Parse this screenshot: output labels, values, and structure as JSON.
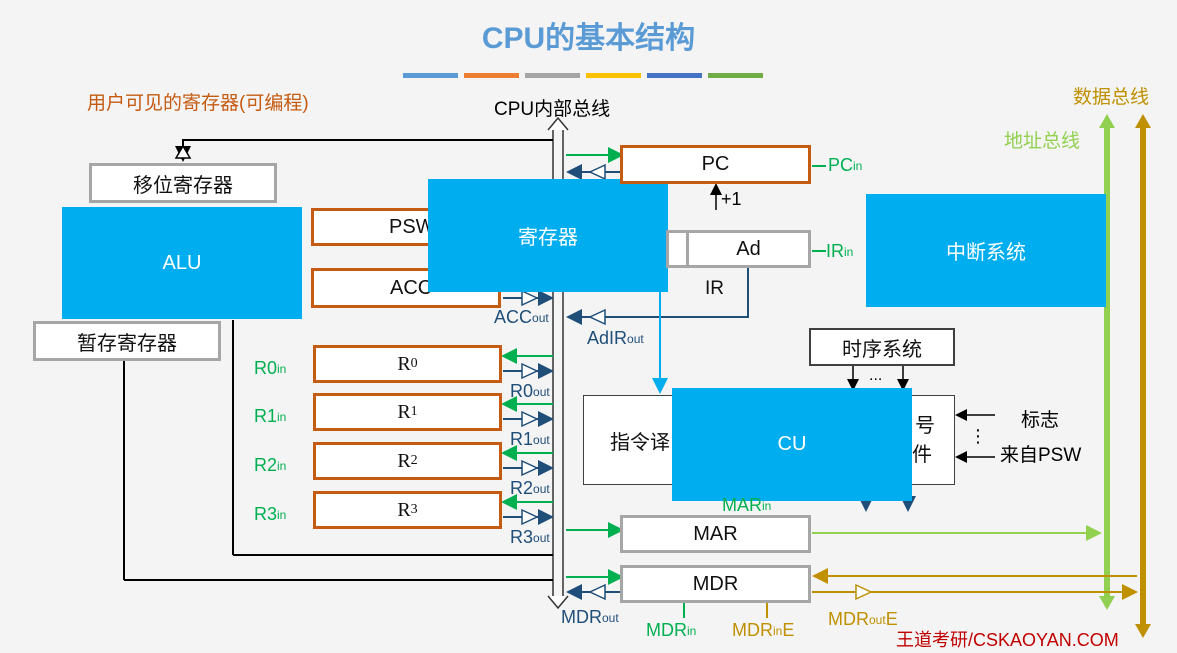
{
  "title": "CPU的基本结构",
  "legend_colors": [
    "#5b9bd5",
    "#ed7d31",
    "#a5a5a5",
    "#ffc000",
    "#4472c4",
    "#70ad47"
  ],
  "labels": {
    "user_visible": "用户可见的寄存器(可编程)",
    "internal_bus": "CPU内部总线",
    "data_bus": "数据总线",
    "address_bus": "地址总线",
    "brand": "王道考研/CSKAOYAN.COM",
    "flags": "标志",
    "from_psw": "来自PSW",
    "plus_one": "+1",
    "dots_v": "⋮",
    "dots_h": "..."
  },
  "boxes": {
    "shift_reg": "移位寄存器",
    "alu": "ALU",
    "temp_reg": "暂存寄存器",
    "psw": "PSW",
    "acc": "ACC",
    "registers": "寄存器",
    "pc": "PC",
    "ad": "Ad",
    "ir": "IR",
    "interrupt": "中断系统",
    "timing": "时序系统",
    "decoder": "指令译",
    "signal_partial": "号",
    "signal_partial2": "件",
    "cu": "CU",
    "mar": "MAR",
    "mdr": "MDR",
    "r0": {
      "main": "R",
      "sub": "0"
    },
    "r1": {
      "main": "R",
      "sub": "1"
    },
    "r2": {
      "main": "R",
      "sub": "2"
    },
    "r3": {
      "main": "R",
      "sub": "3"
    }
  },
  "signals": {
    "pc_in": {
      "main": "PC",
      "sub": "in"
    },
    "ir_in": {
      "main": "IR",
      "sub": "in"
    },
    "acc_out": {
      "main": "ACC",
      "sub": "out"
    },
    "adir_out": {
      "main": "AdIR",
      "sub": "out"
    },
    "r0_in": {
      "main": "R0",
      "sub": "in"
    },
    "r1_in": {
      "main": "R1",
      "sub": "in"
    },
    "r2_in": {
      "main": "R2",
      "sub": "in"
    },
    "r3_in": {
      "main": "R3",
      "sub": "in"
    },
    "r0_out": {
      "main": "R0",
      "sub": "out"
    },
    "r1_out": {
      "main": "R1",
      "sub": "out"
    },
    "r2_out": {
      "main": "R2",
      "sub": "out"
    },
    "r3_out": {
      "main": "R3",
      "sub": "out"
    },
    "mar_in": {
      "main": "MAR",
      "sub": "in"
    },
    "mdr_out": {
      "main": "MDR",
      "sub": "out"
    },
    "mdr_in": {
      "main": "MDR",
      "sub": "in"
    },
    "mdr_in_e": {
      "main": "MDR",
      "sub": "in",
      "tail": "E"
    },
    "mdr_out_e": {
      "main": "MDR",
      "sub": "out",
      "tail": "E"
    }
  }
}
